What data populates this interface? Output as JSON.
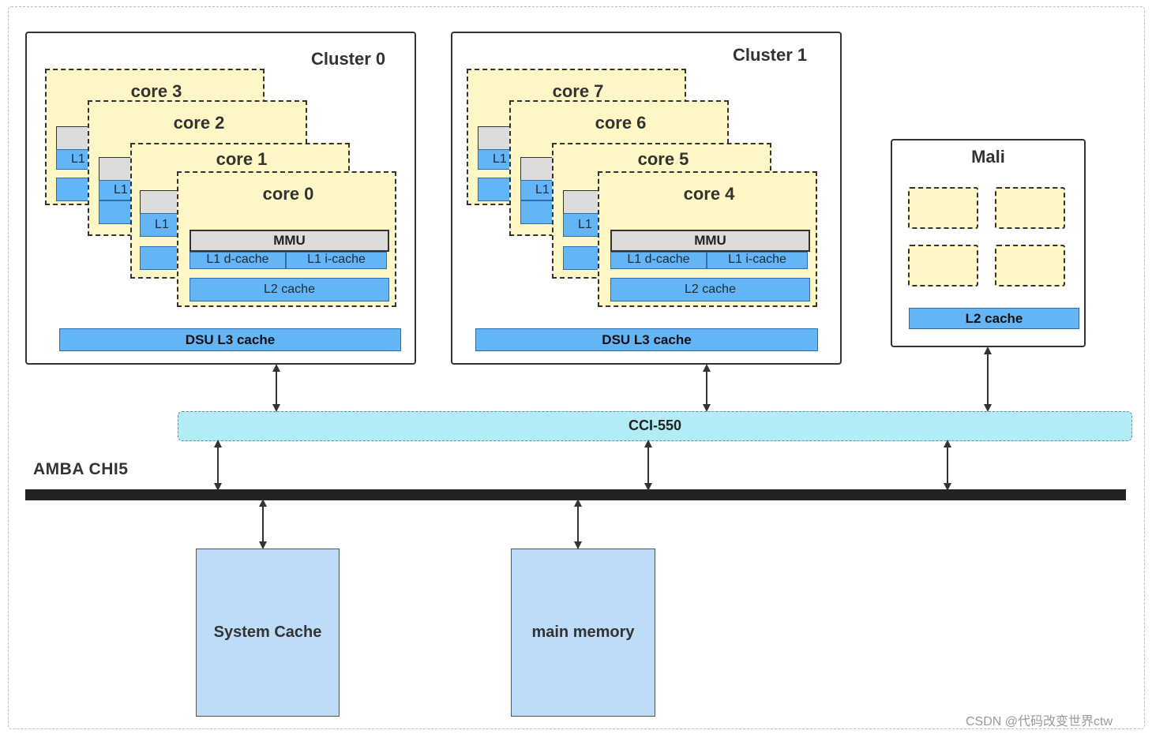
{
  "clusters": [
    {
      "title": "Cluster 0",
      "l3_label": "DSU  L3 cache",
      "cores": [
        "core 3",
        "core 2",
        "core 1",
        "core 0"
      ]
    },
    {
      "title": "Cluster 1",
      "l3_label": "DSU L3 cache",
      "cores": [
        "core 7",
        "core 6",
        "core 5",
        "core 4"
      ]
    }
  ],
  "core_blocks": {
    "mmu": "MMU",
    "l1d": "L1 d-cache",
    "l1i": "L1 i-cache",
    "l2": "L2 cache",
    "l1_stub": "L1"
  },
  "mali": {
    "title": "Mali",
    "l2_label": "L2 cache"
  },
  "interconnect": {
    "label": "CCI-550"
  },
  "bus": {
    "label": "AMBA  CHI5"
  },
  "memory": {
    "system_cache": "System Cache",
    "main_memory": "main memory"
  },
  "watermark": "CSDN @代码改变世界ctw"
}
